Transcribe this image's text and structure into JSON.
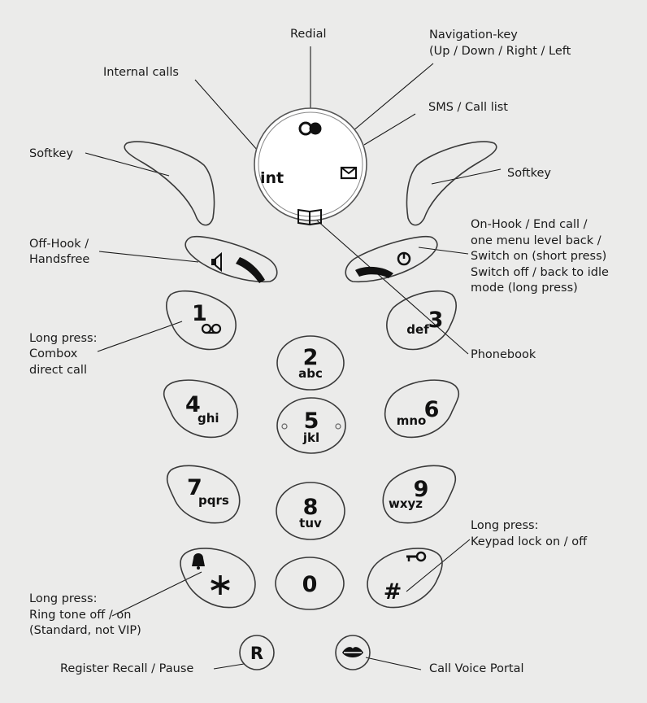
{
  "colors": {
    "background": "#ebebea",
    "key_fill": "#ffffff",
    "key_outline": "#3a3a3a",
    "text": "#1a1a1a"
  },
  "labels": {
    "redial": "Redial",
    "navigation_line1": "Navigation-key",
    "navigation_line2": "(Up / Down / Right / Left",
    "internal_calls": "Internal calls",
    "sms_call_list": "SMS / Call list",
    "softkey_left": "Softkey",
    "softkey_right": "Softkey",
    "off_hook_line1": "Off-Hook /",
    "off_hook_line2": "Handsfree",
    "on_hook_line1": "On-Hook / End call /",
    "on_hook_line2": "one menu level back /",
    "on_hook_line3": "Switch on (short press)",
    "on_hook_line4": "Switch off / back to idle",
    "on_hook_line5": "mode (long press)",
    "combox_line1": "Long press:",
    "combox_line2": "Combox",
    "combox_line3": "direct call",
    "phonebook": "Phonebook",
    "keylock_line1": "Long press:",
    "keylock_line2": "Keypad lock on / off",
    "ringtone_line1": "Long press:",
    "ringtone_line2": "Ring tone off / on",
    "ringtone_line3": "(Standard, not VIP)",
    "recall": "Register Recall / Pause",
    "voice_portal": "Call Voice Portal"
  },
  "keys": {
    "nav_int": "int",
    "k1": "1",
    "k2": "2",
    "k2_letters": "abc",
    "k3": "3",
    "k3_letters": "def",
    "k4": "4",
    "k4_letters": "ghi",
    "k5": "5",
    "k5_letters": "jkl",
    "k6": "6",
    "k6_letters": "mno",
    "k7": "7",
    "k7_letters": "pqrs",
    "k8": "8",
    "k8_letters": "tuv",
    "k9": "9",
    "k9_letters": "wxyz",
    "k0": "0",
    "star": "*",
    "hash": "#",
    "r": "R"
  },
  "icons": [
    "redial-icon",
    "sms-envelope-icon",
    "phonebook-book-icon",
    "speaker-icon",
    "off-hook-handset-icon",
    "on-hook-handset-icon",
    "power-icon",
    "voicemail-icon",
    "bell-icon",
    "key-icon",
    "lips-icon"
  ]
}
